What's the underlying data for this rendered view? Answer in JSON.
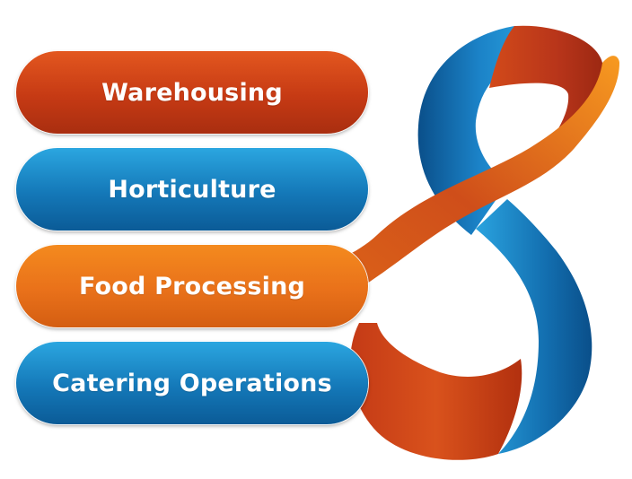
{
  "items": [
    {
      "label": "Warehousing",
      "color": "#c9401a"
    },
    {
      "label": "Horticulture",
      "color": "#1478b8"
    },
    {
      "label": "Food Processing",
      "color": "#f07e1c"
    },
    {
      "label": "Catering Operations",
      "color": "#1478b8"
    }
  ],
  "ribbon": {
    "shape": "figure-eight-ribbon",
    "colors": [
      "#1a7cc0",
      "#d9481a",
      "#f28a1e"
    ]
  }
}
